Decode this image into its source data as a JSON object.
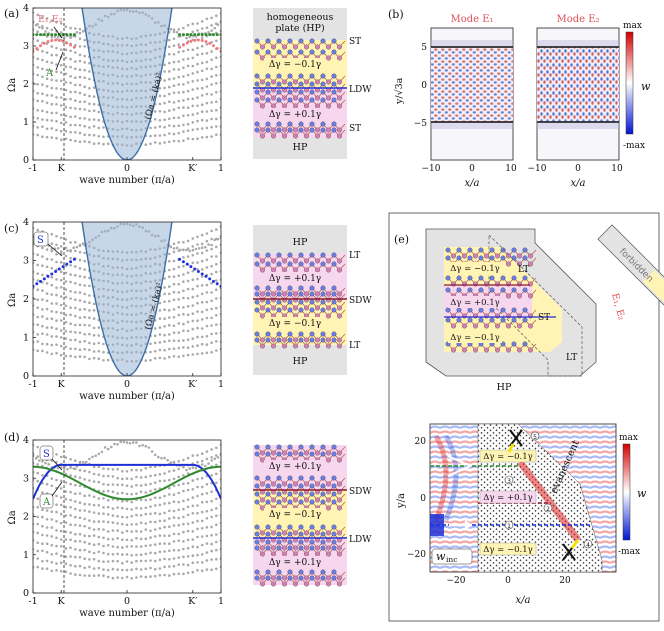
{
  "figure": {
    "panel_labels": {
      "a": "(a)",
      "b": "(b)",
      "c": "(c)",
      "d": "(d)",
      "e": "(e)"
    },
    "colors": {
      "bulk": "#a9a9a9",
      "cone_fill": "#9bb7d6",
      "cone_edge": "#3d6fa5",
      "edge_E": "#f07a80",
      "edge_A": "#2f8a2f",
      "edge_S": "#1f2fd6",
      "edge_S_dots": "#2233dd",
      "yellow_strip": "#fff4b3",
      "pink_strip": "#f6d7ee",
      "hp_bg": "#e3e3e3"
    }
  },
  "dispersion": {
    "ylabel": "Ωa",
    "xlabel": "wave number (π/a)",
    "xticks": [
      "-1",
      "K",
      "0",
      "K′",
      "1"
    ],
    "yticks": [
      "0",
      "1",
      "2",
      "3",
      "4"
    ],
    "cone_label": "(Ωa = (ka)²",
    "a_labels": {
      "E": "E₁,E₂",
      "A": "A"
    },
    "c_labels": {
      "S": "S"
    },
    "d_labels": {
      "S": "S",
      "A": "A"
    }
  },
  "schematics": {
    "a": {
      "top": "homogeneous plate (HP)",
      "top_line1": "homogeneous",
      "top_line2": "plate (HP)",
      "bottom": "HP",
      "strip1": "Δγ = −0.1γ",
      "strip2": "Δγ = +0.1γ",
      "right": [
        "ST",
        "LDW",
        "ST"
      ]
    },
    "c": {
      "top": "HP",
      "bottom": "HP",
      "strip1": "Δγ = +0.1γ",
      "strip2": "Δγ = −0.1γ",
      "right": [
        "LT",
        "SDW",
        "LT"
      ]
    },
    "d": {
      "strip1": "Δγ = +0.1γ",
      "strip2": "Δγ = −0.1γ",
      "strip3": "Δγ = +0.1γ",
      "right": [
        "SDW",
        "LDW"
      ]
    }
  },
  "modes": {
    "titles": [
      "Mode E₁",
      "Mode E₂"
    ],
    "ylabel": "y/√3a",
    "xlabel": "x/a",
    "yticks": [
      "5",
      "0",
      "−5"
    ],
    "xticks": [
      "−10",
      "0",
      "10"
    ],
    "colorbar": {
      "max": "max",
      "min": "-max",
      "var": "w"
    }
  },
  "panel_e": {
    "labels": {
      "LT1": "LT",
      "ST": "ST",
      "LT2": "LT",
      "HP": "HP",
      "forbidden": "forbidden",
      "E": "E₁, E₂"
    },
    "strips": [
      "Δγ = −0.1γ",
      "Δγ = +0.1γ",
      "Δγ = −0.1γ"
    ],
    "field": {
      "strips": [
        "Δγ = −0.1γ",
        "Δγ = +0.1γ",
        "Δγ = −0.1γ"
      ],
      "evanescent": "evanescent",
      "winc": "w",
      "winc_sub": "inc",
      "ylabel": "y/a",
      "xlabel": "x/a",
      "yticks": [
        "20",
        "0",
        "−20"
      ],
      "xticks": [
        "−20",
        "0",
        "20"
      ],
      "colorbar": {
        "max": "max",
        "min": "-max",
        "var": "w"
      },
      "markers": [
        "1",
        "2",
        "3",
        "4",
        "5"
      ]
    }
  }
}
